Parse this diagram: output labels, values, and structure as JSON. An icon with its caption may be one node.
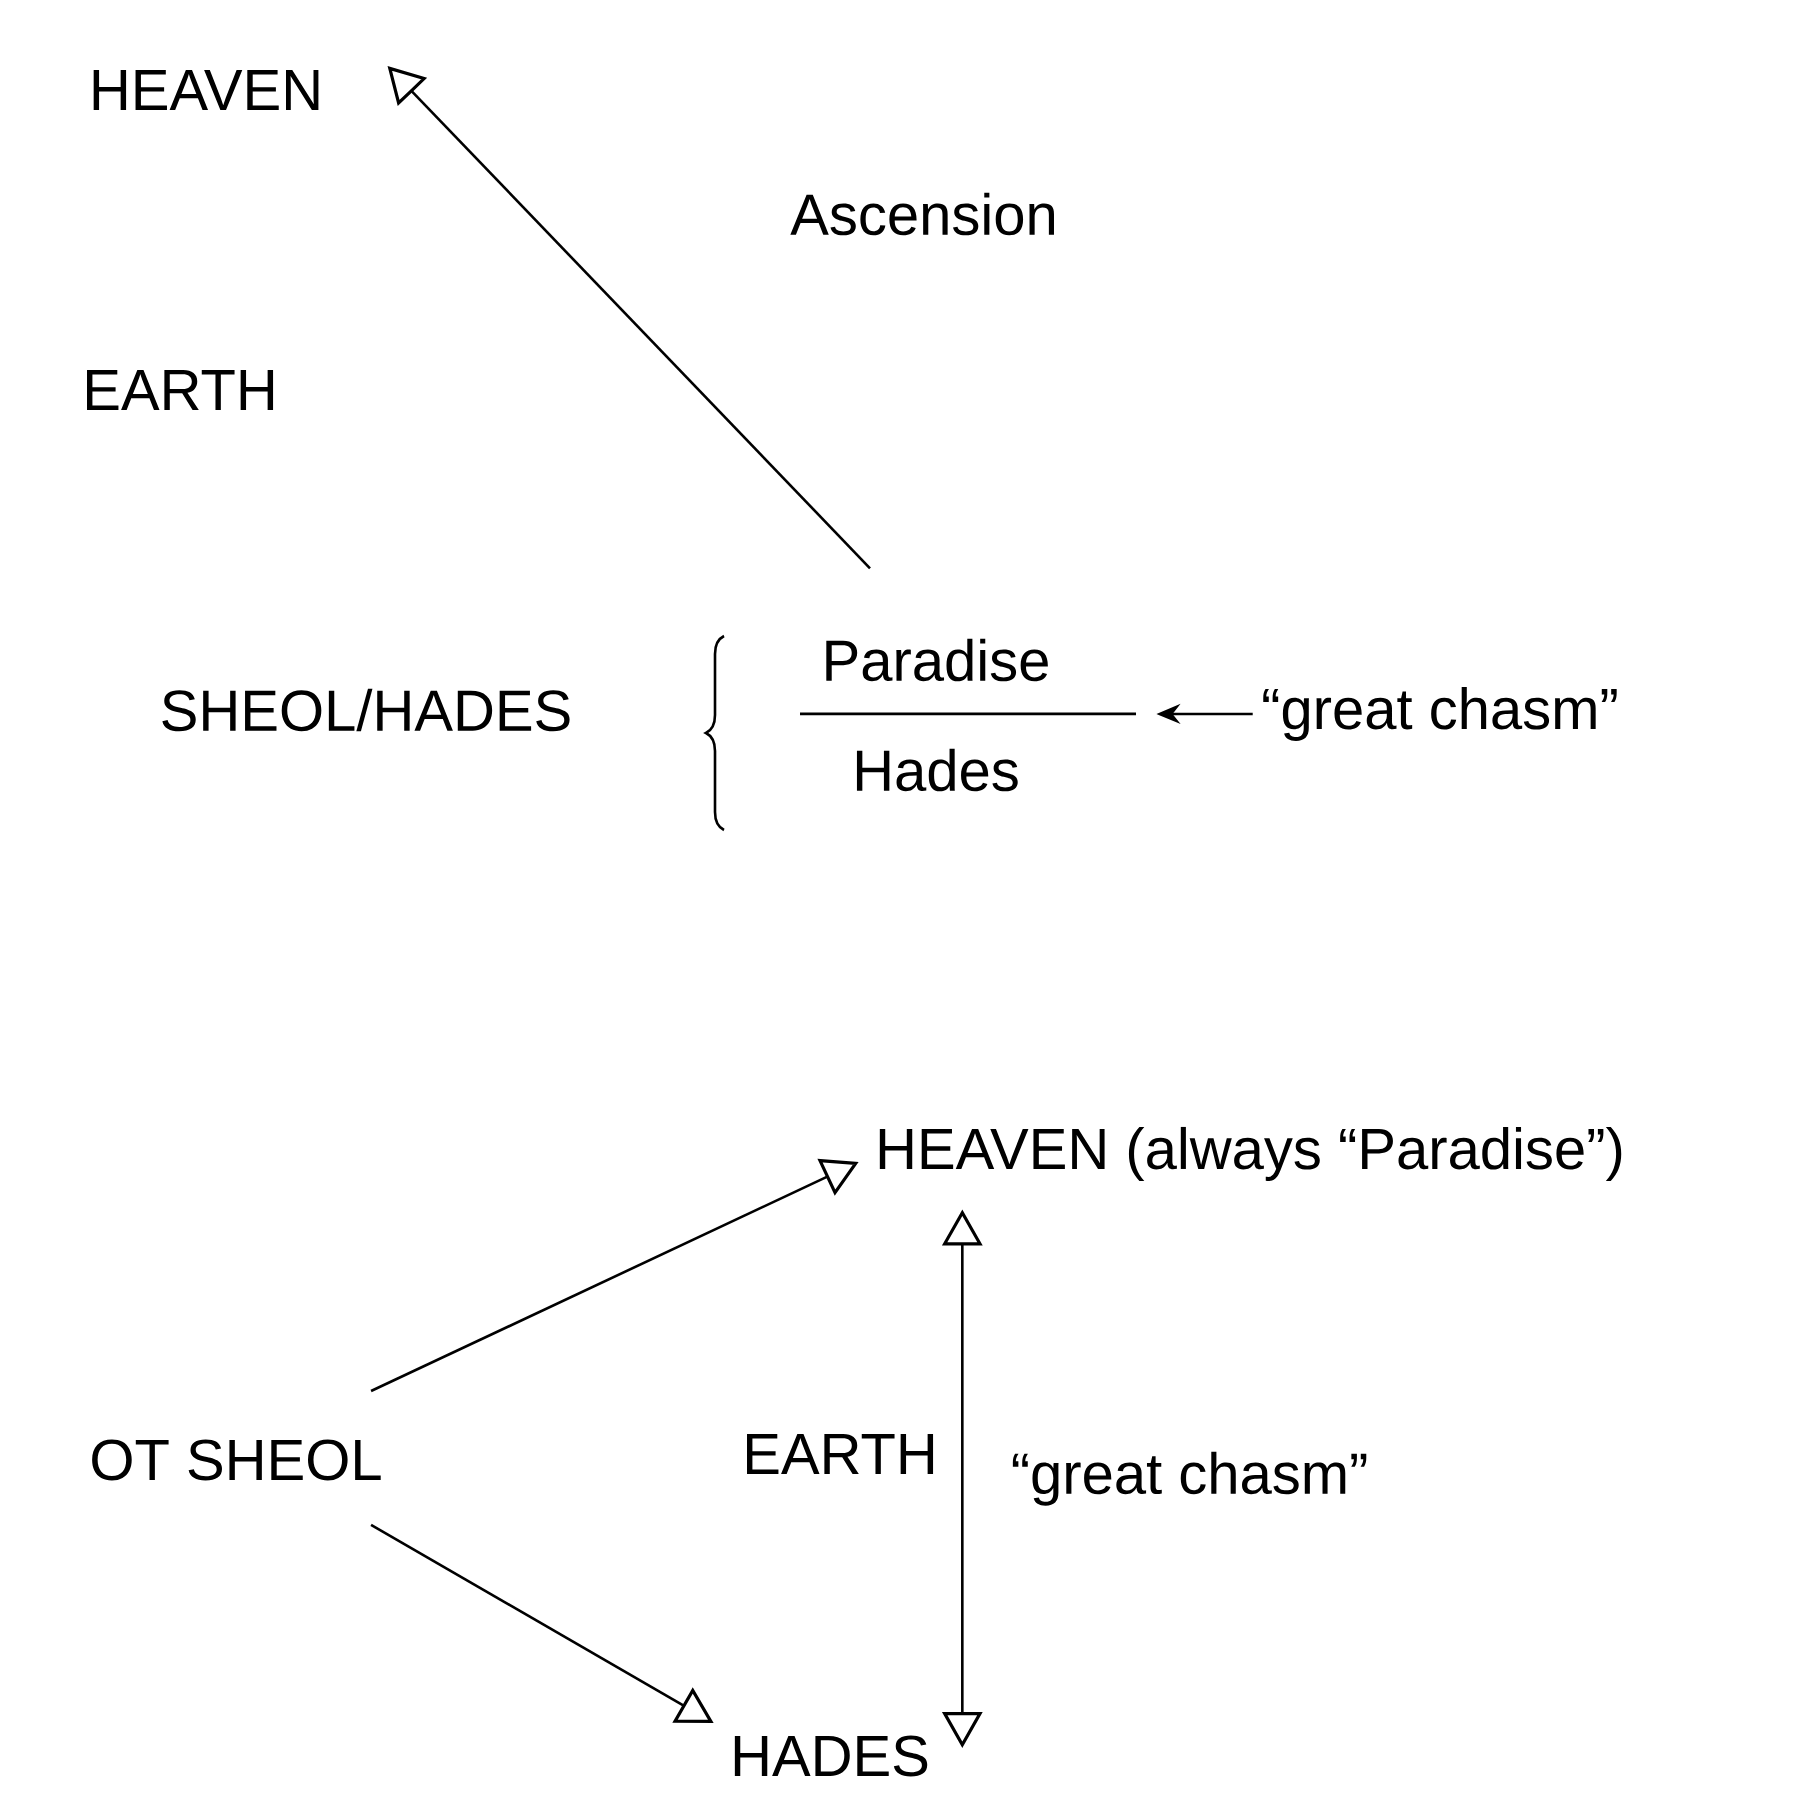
{
  "diagram": {
    "nodes": [
      {
        "text": [
          "HEAVEN"
        ]
      },
      {
        "text": [
          "EARTH"
        ]
      },
      {
        "text": [
          "SHEOL/HADES"
        ]
      },
      {
        "text": [
          "Paradise"
        ]
      },
      {
        "text": [
          "Hades"
        ]
      },
      {
        "text": [
          "“great chasm”"
        ]
      },
      {
        "text": [
          "OT SHEOL"
        ]
      },
      {
        "text": [
          "HEAVEN (always “Paradise”)"
        ]
      },
      {
        "text": [
          "EARTH"
        ]
      },
      {
        "text": [
          "HADES"
        ]
      },
      {
        "text": [],
        "shape": "line"
      }
    ],
    "edges": [
      {
        "from": 3,
        "to": 0,
        "arrow": "to",
        "label": "Ascension"
      },
      {
        "from": 5,
        "to": 10,
        "arrow": "to"
      },
      {
        "from": 6,
        "to": 7,
        "arrow": "to"
      },
      {
        "from": 6,
        "to": 9,
        "arrow": "to"
      },
      {
        "from": 7,
        "to": 9,
        "arrow": "both",
        "label": "“great chasm”"
      }
    ]
  }
}
